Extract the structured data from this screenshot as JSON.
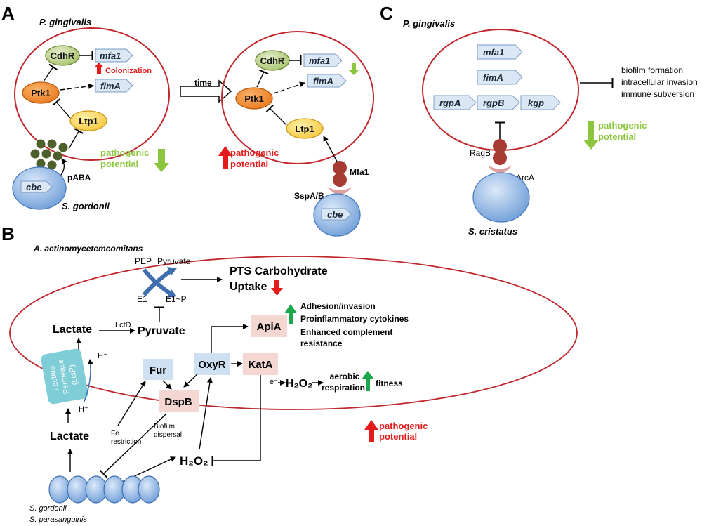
{
  "panels": {
    "a": "A",
    "b": "B",
    "c": "C"
  },
  "colors": {
    "cell_outline": "#c0282d",
    "gene_fill": "#dbe7f4",
    "ptk1": "#f08a2c",
    "cdhr": "#c5d99a",
    "ltp1": "#fdd35b",
    "mfa1": "#a83a34",
    "sspab": "#e0a0a2",
    "streptococcus": "#7fa8dc",
    "pabaDots": "#4d5f2a",
    "up_red": "#e31b1b",
    "down_green": "#8cc63f",
    "up_green": "#1aa84a",
    "box_pink": "#f4d6d2",
    "box_blue": "#cfe0f3",
    "lctp": "#7fcdd6"
  },
  "panel_a": {
    "organism_top": "P. gingivalis",
    "left": {
      "cdhr": "CdhR",
      "mfa1": "mfa1",
      "colonization": "Colonization",
      "ptk1": "Ptk1",
      "fimA": "fimA",
      "ltp1": "Ltp1",
      "paba": "pABA",
      "cbe": "cbe",
      "sgordonii": "S. gordonii",
      "outcome_line1": "pathogenic",
      "outcome_line2": "potential"
    },
    "time_label": "time",
    "right": {
      "cdhr": "CdhR",
      "mfa1": "mfa1",
      "ptk1": "Ptk1",
      "fimA": "fimA",
      "ltp1": "Ltp1",
      "mfa1_protein": "Mfa1",
      "sspab": "SspA/B",
      "cbe": "cbe",
      "outcome_line1": "pathogenic",
      "outcome_line2": "potential"
    }
  },
  "panel_c": {
    "organism": "P. gingivalis",
    "genes": [
      "mfa1",
      "fimA",
      "rgpA",
      "rgpB",
      "kgp"
    ],
    "inhibited": [
      "biofilm formation",
      "intracellular invasion",
      "immune subversion"
    ],
    "ragb": "RagB",
    "arca": "ArcA",
    "outcome_line1": "pathogenic",
    "outcome_line2": "potential",
    "scristatus": "S. cristatus"
  },
  "panel_b": {
    "organism": "A. actinomycetemcomitans",
    "pep": "PEP",
    "pyruvate_top": "Pyruvate",
    "e1": "E1",
    "e1p": "E1~P",
    "pts_line1": "PTS Carbohydrate",
    "pts_line2": "Uptake",
    "lactate_in": "Lactate",
    "lctd": "LctD",
    "pyruvate": "Pyruvate",
    "lctp_line1": "Lactate",
    "lctp_line2": "Permease",
    "lctp_line3": "(LctP)",
    "h_in": "H⁺",
    "h_out": "H⁺",
    "apiA": "ApiA",
    "apiA_effects": [
      "Adhesion/invasion",
      "Proinflammatory cytokines",
      "Enhanced complement",
      "resistance"
    ],
    "fur": "Fur",
    "oxyR": "OxyR",
    "katA": "KatA",
    "dspB": "DspB",
    "electron": "e⁻",
    "h2o2_right": "H₂O₂",
    "aerobic_line1": "aerobic",
    "aerobic_line2": "respiration",
    "fitness": "fitness",
    "lactate_out": "Lactate",
    "fe_line1": "Fe",
    "fe_line2": "restriction",
    "biofilm_line1": "Biofilm",
    "biofilm_line2": "dispersal",
    "h2o2_bottom": "H₂O₂",
    "outcome_line1": "pathogenic",
    "outcome_line2": "potential",
    "species_line1": "S. gordonii",
    "species_line2": "S. parasanguinis"
  }
}
